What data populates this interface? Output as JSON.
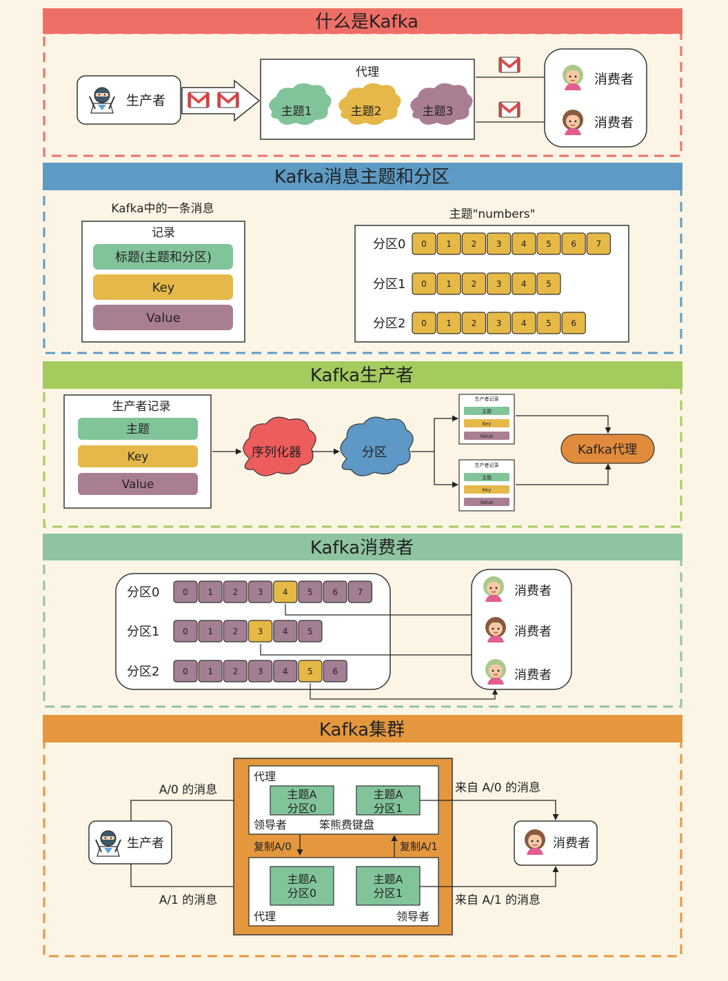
{
  "colors": {
    "background": "#fcf5e6",
    "section1": "#ee6f66",
    "section2": "#5d9bc5",
    "section3": "#a3cb5e",
    "section4": "#8fc4a1",
    "section5": "#e4973d",
    "green_box": "#82c49a",
    "yellow_box": "#e5b849",
    "purple_box": "#a97e92",
    "cell_yellow": "#e6b946",
    "cell_purple": "#a37f93",
    "cloud_red": "#ec5d5c",
    "cloud_blue": "#5e98c6",
    "pill_orange": "#e18b3d"
  },
  "s1": {
    "title": "什么是Kafka",
    "producer": "生产者",
    "broker": "代理",
    "topics": [
      "主题1",
      "主题2",
      "主题3"
    ],
    "consumers": [
      "消费者",
      "消费者"
    ],
    "icons": [
      "ninja-icon",
      "mail-icon",
      "woman-avatar-icon"
    ]
  },
  "s2": {
    "title": "Kafka消息主题和分区",
    "message_caption": "Kafka中的一条消息",
    "record": "记录",
    "record_fields": [
      "标题(主题和分区)",
      "Key",
      "Value"
    ],
    "topic_caption": "主题\"numbers\"",
    "partitions": [
      {
        "label": "分区0",
        "cells": [
          "0",
          "1",
          "2",
          "3",
          "4",
          "5",
          "6",
          "7"
        ]
      },
      {
        "label": "分区1",
        "cells": [
          "0",
          "1",
          "2",
          "3",
          "4",
          "5"
        ]
      },
      {
        "label": "分区2",
        "cells": [
          "0",
          "1",
          "2",
          "3",
          "4",
          "5",
          "6"
        ]
      }
    ]
  },
  "s3": {
    "title": "Kafka生产者",
    "record_title": "生产者记录",
    "record_fields": [
      "主题",
      "Key",
      "Value"
    ],
    "serializer": "序列化器",
    "partitioner": "分区",
    "mini_title": "生产者记录",
    "mini_fields": [
      "主题",
      "Key",
      "Value"
    ],
    "broker": "Kafka代理"
  },
  "s4": {
    "title": "Kafka消费者",
    "partitions": [
      {
        "label": "分区0",
        "cells": [
          "0",
          "1",
          "2",
          "3",
          "4",
          "5",
          "6",
          "7"
        ],
        "highlight": 4
      },
      {
        "label": "分区1",
        "cells": [
          "0",
          "1",
          "2",
          "3",
          "4",
          "5"
        ],
        "highlight": 3
      },
      {
        "label": "分区2",
        "cells": [
          "0",
          "1",
          "2",
          "3",
          "4",
          "5",
          "6"
        ],
        "highlight": 5
      }
    ],
    "consumers": [
      "消费者",
      "消费者",
      "消费者"
    ]
  },
  "s5": {
    "title": "Kafka集群",
    "producer": "生产者",
    "consumer": "消费者",
    "msg_a0": "A/0 的消息",
    "msg_a1": "A/1 的消息",
    "from_a0": "来自 A/0 的消息",
    "from_a1": "来自 A/1 的消息",
    "broker": "代理",
    "leader": "领导者",
    "watermark": "笨熊费键盘",
    "copy_a0": "复制A/0",
    "copy_a1": "复制A/1",
    "topic_a": "主题A",
    "part0": "分区0",
    "part1": "分区1"
  }
}
